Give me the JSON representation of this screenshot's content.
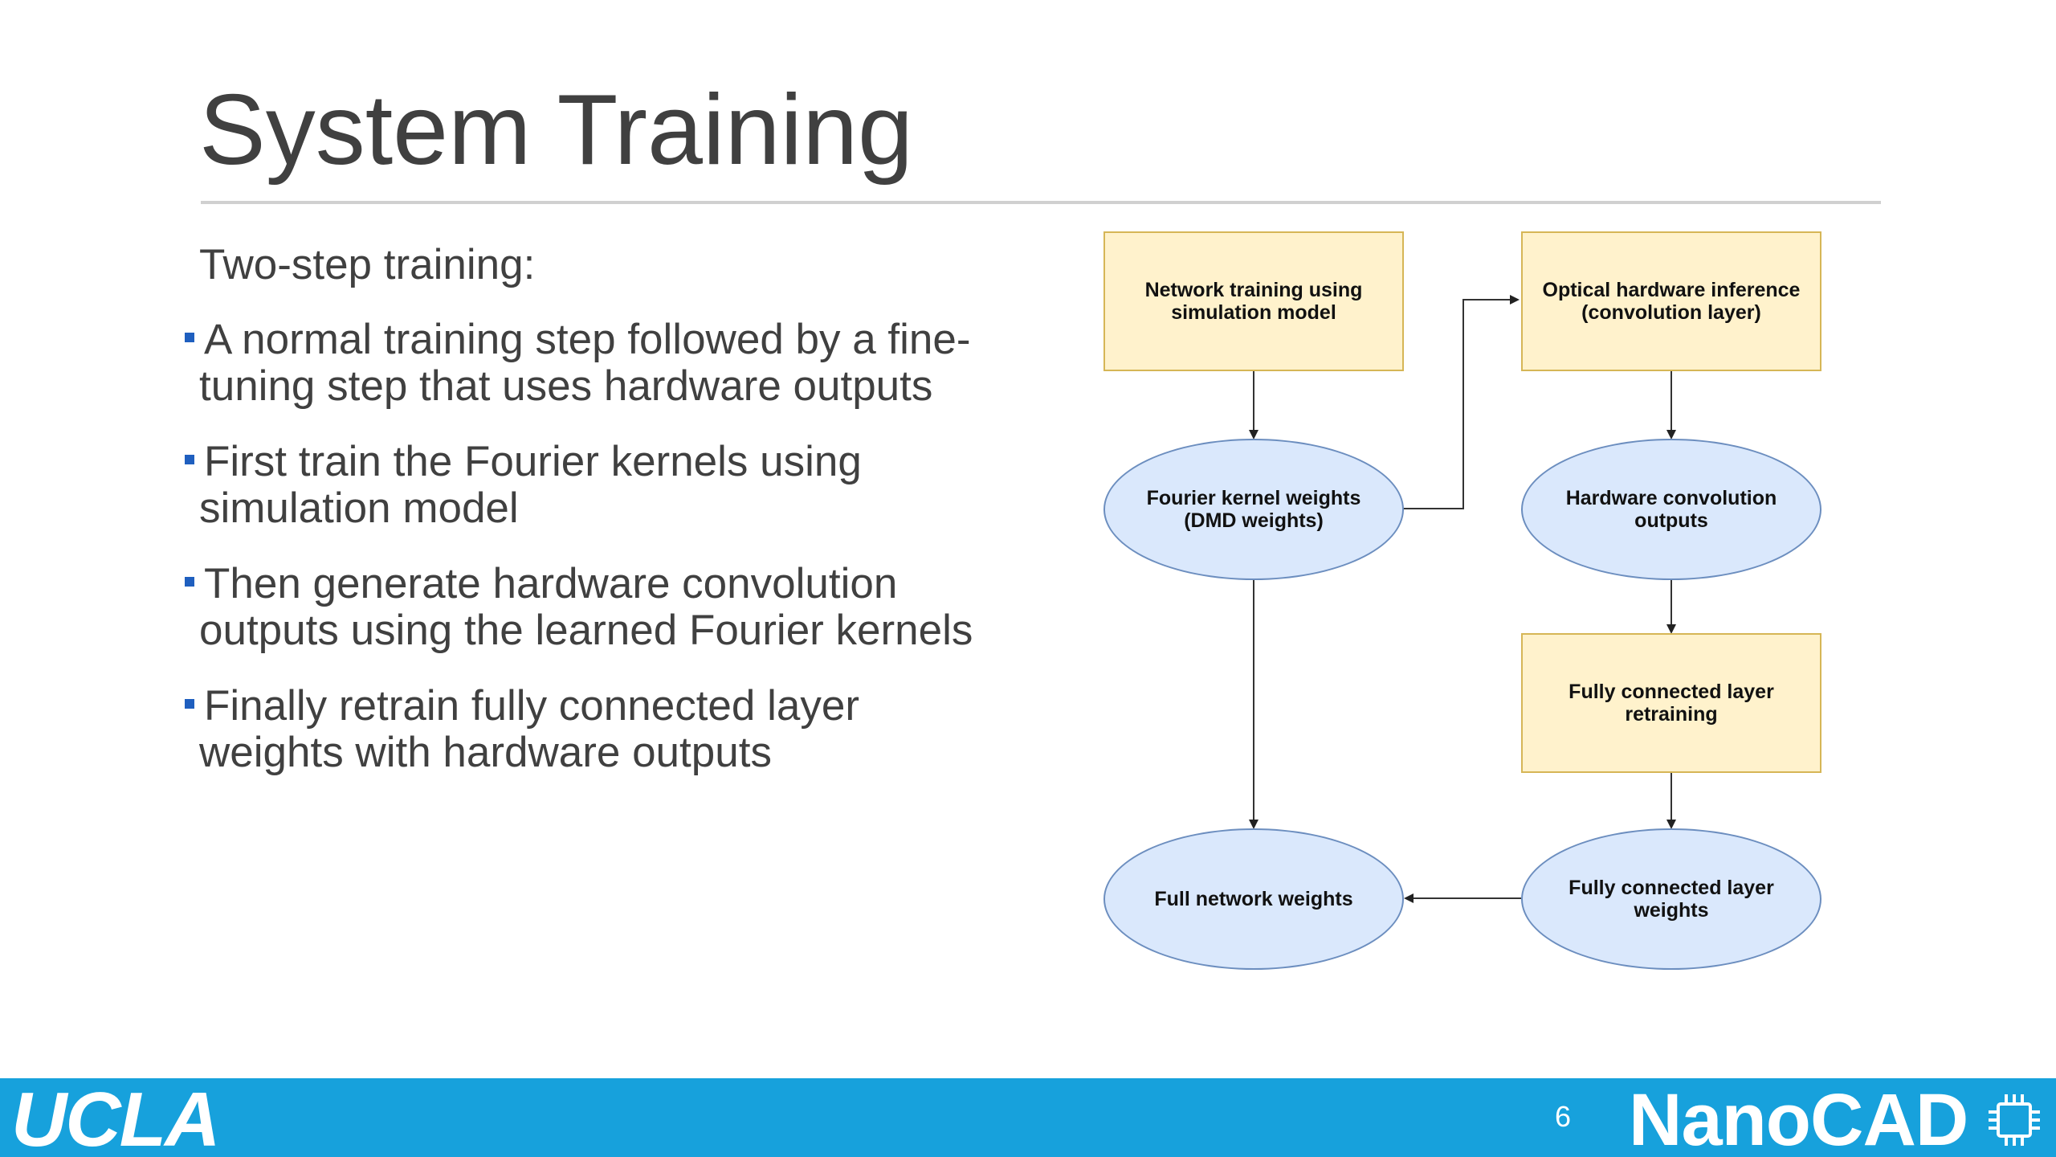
{
  "slide": {
    "title": "System Training",
    "intro": "Two-step training:",
    "bullets": [
      {
        "line1": "A normal training step followed by a fine-",
        "line2": "tuning step that uses hardware outputs"
      },
      {
        "line1": "First train the Fourier kernels using",
        "line2": "simulation model"
      },
      {
        "line1": "Then generate hardware convolution",
        "line2": "outputs using the learned Fourier kernels"
      },
      {
        "line1": "Finally retrain fully connected layer",
        "line2": "weights with hardware outputs"
      }
    ]
  },
  "diagram": {
    "nodes": {
      "network_training": {
        "line1": "Network training using",
        "line2": "simulation model"
      },
      "optical_inference": {
        "line1": "Optical hardware inference",
        "line2": "(convolution layer)"
      },
      "fourier_weights": {
        "line1": "Fourier kernel weights",
        "line2": "(DMD weights)"
      },
      "hw_conv_outputs": {
        "line1": "Hardware convolution",
        "line2": "outputs"
      },
      "fc_retraining": {
        "line1": "Fully connected layer",
        "line2": "retraining"
      },
      "full_network_weights": {
        "line1": "Full network weights"
      },
      "fc_weights": {
        "line1": "Fully connected layer",
        "line2": "weights"
      }
    },
    "colors": {
      "process_fill": "#fff2cc",
      "process_border": "#d6b656",
      "data_fill": "#dae8fc",
      "data_border": "#6c8ebf"
    }
  },
  "footer": {
    "left_logo": "UCLA",
    "page_number": "6",
    "right_logo": "NanoCAD",
    "bar_color": "#17a1dc"
  }
}
